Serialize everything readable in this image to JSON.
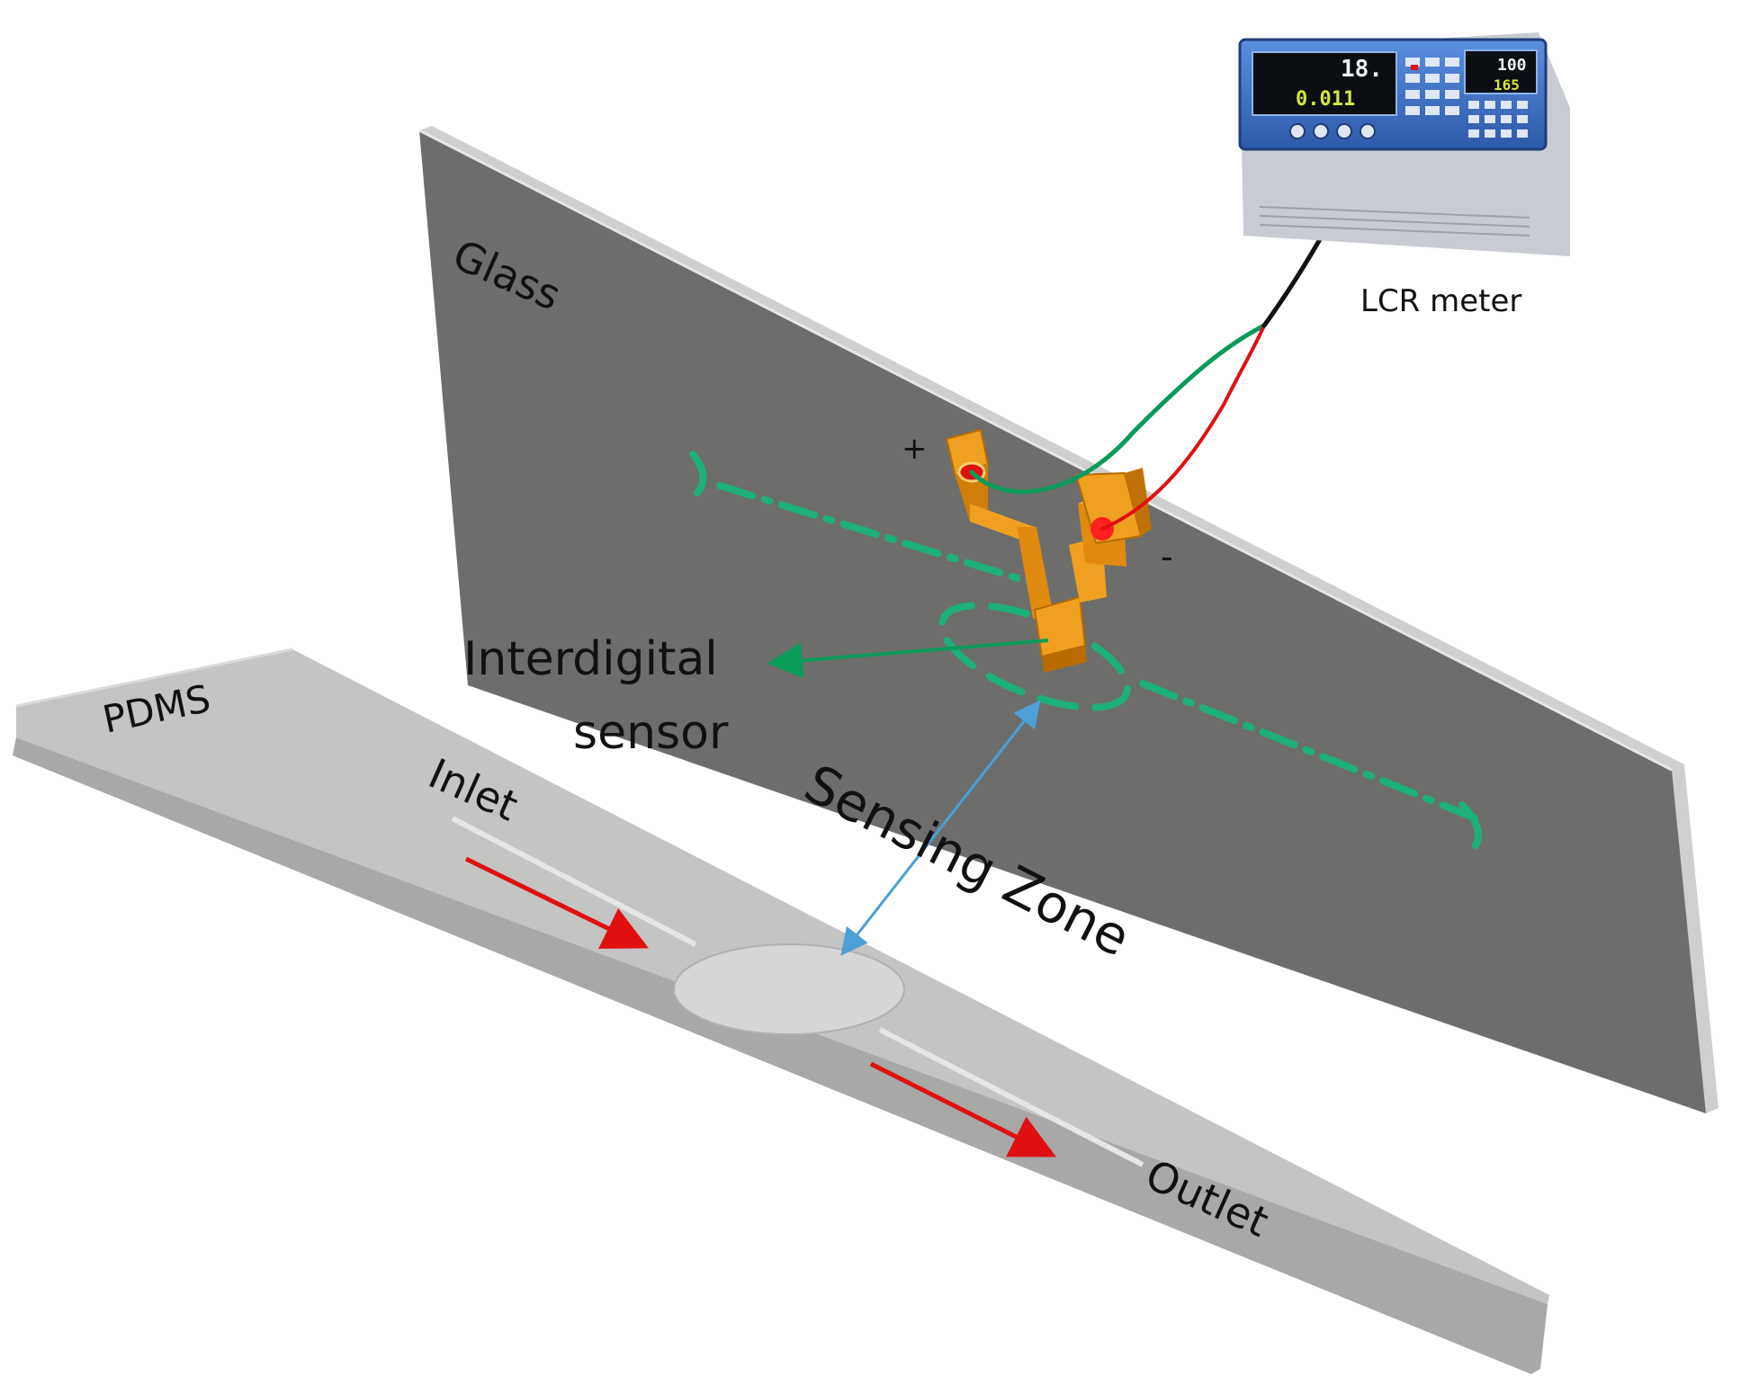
{
  "labels": {
    "glass": "Glass",
    "pdms": "PDMS",
    "lcr_meter": "LCR meter",
    "interdigital_line1": "Interdigital",
    "interdigital_line2": "sensor",
    "sensing_zone": "Sensing Zone",
    "inlet": "Inlet",
    "outlet": "Outlet",
    "plus": "+",
    "minus": "-"
  },
  "meter_display": {
    "primary_value": "18.",
    "secondary_value": "0.011",
    "right_value_top": "100",
    "right_value_bottom": "165"
  },
  "colors": {
    "glass_face": "#6d6d6b",
    "glass_edge": "#c9c9c9",
    "pdms_top": "#c4c4c2",
    "pdms_side": "#a8a8a6",
    "channel": "#d6d6d6",
    "electrode": "#e08a10",
    "green_wire": "#0a9a5a",
    "red_wire": "#e01010",
    "black_wire": "#111111",
    "flow_arrow": "#e01010",
    "zone_arrow": "#4d9fd6",
    "sensor_arrow": "#0a9a5a",
    "channel_outline": "#1db07a",
    "meter_body": "#3a6fc4"
  },
  "icons": {
    "instrument": "lcr-meter-icon",
    "electrode": "interdigital-electrode-icon"
  }
}
